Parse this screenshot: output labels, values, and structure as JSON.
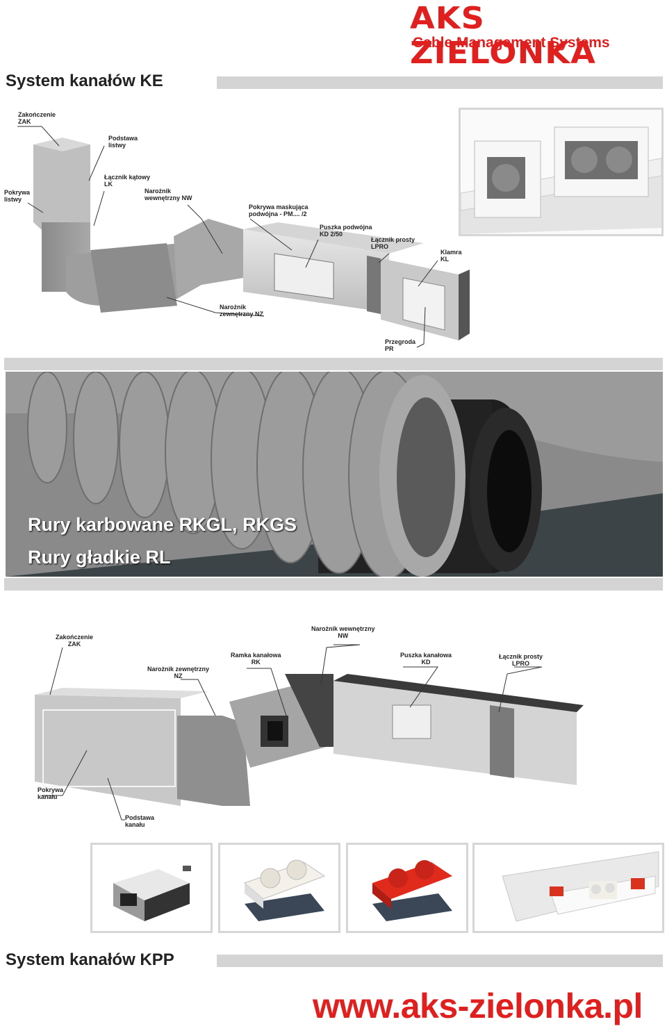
{
  "brand": {
    "name": "AKS ZIELONKA",
    "tagline": "Cable Management Systems"
  },
  "section_ke": {
    "title": "System kanałów KE",
    "callouts": [
      {
        "id": "zak",
        "lines": [
          "Zakończenie",
          "ZAK"
        ]
      },
      {
        "id": "podstawa",
        "lines": [
          "Podstawa",
          "listwy"
        ]
      },
      {
        "id": "pokrywa",
        "lines": [
          "Pokrywa",
          "listwy"
        ]
      },
      {
        "id": "lk",
        "lines": [
          "Łącznik kątowy",
          "LK"
        ]
      },
      {
        "id": "nw",
        "lines": [
          "Narożnik",
          "wewnętrzny NW"
        ]
      },
      {
        "id": "pm",
        "lines": [
          "Pokrywa maskująca",
          "podwójna - PM.... /2"
        ]
      },
      {
        "id": "kd",
        "lines": [
          "Puszka podwójna",
          "KD 2/50"
        ]
      },
      {
        "id": "lpro",
        "lines": [
          "Łącznik prosty",
          "LPRO"
        ]
      },
      {
        "id": "kl",
        "lines": [
          "Klamra",
          "KL"
        ]
      },
      {
        "id": "nz",
        "lines": [
          "Narożnik",
          "zewnętrzny NZ"
        ]
      },
      {
        "id": "pr",
        "lines": [
          "Przegroda",
          "PR"
        ]
      }
    ]
  },
  "banner": {
    "line1": "Rury karbowane RKGL, RKGS",
    "line2": "Rury gładkie RL"
  },
  "section_kpp": {
    "title": "System kanałów KPP",
    "callouts": [
      {
        "id": "zak",
        "lines": [
          "Zakończenie",
          "ZAK"
        ]
      },
      {
        "id": "nz",
        "lines": [
          "Narożnik zewnętrzny",
          "NZ"
        ]
      },
      {
        "id": "rk",
        "lines": [
          "Ramka kanałowa",
          "RK"
        ]
      },
      {
        "id": "nw",
        "lines": [
          "Narożnik wewnętrzny",
          "NW"
        ]
      },
      {
        "id": "kd",
        "lines": [
          "Puszka kanałowa",
          "KD"
        ]
      },
      {
        "id": "lpro",
        "lines": [
          "Łącznik prosty",
          "LPRO"
        ]
      },
      {
        "id": "pokrywa",
        "lines": [
          "Pokrywa",
          "kanału"
        ]
      },
      {
        "id": "podstawa",
        "lines": [
          "Podstawa",
          "kanału"
        ]
      }
    ]
  },
  "footer": {
    "url": "www.aks-zielonka.pl"
  },
  "colors": {
    "brand_red": "#e0201e",
    "bar_grey": "#d4d4d4"
  }
}
